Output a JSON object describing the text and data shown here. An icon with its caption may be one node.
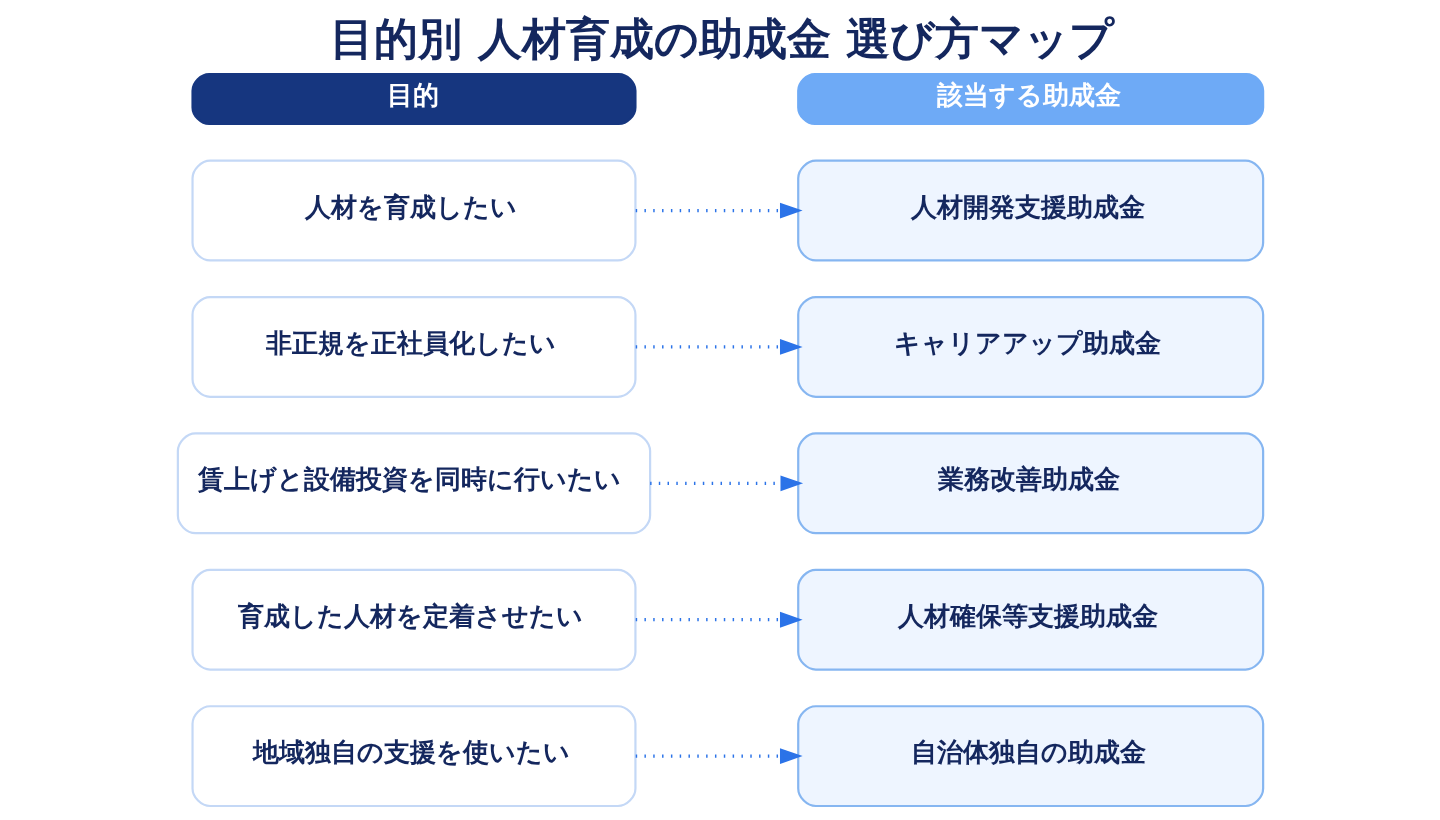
{
  "diagram": {
    "title": "目的別 人材育成の助成金 選び方マップ",
    "nodes": [
      {
        "text": [
          "目的"
        ]
      },
      {
        "text": [
          "該当する助成金"
        ]
      },
      {
        "text": [
          "人材を育成したい"
        ]
      },
      {
        "text": [
          "人材開発支援助成金"
        ]
      },
      {
        "text": [
          "非正規を正社員化したい"
        ]
      },
      {
        "text": [
          "キャリアアップ助成金"
        ]
      },
      {
        "text": [
          "賃上げと設備投資を同時に行いたい"
        ]
      },
      {
        "text": [
          "業務改善助成金"
        ]
      },
      {
        "text": [
          "育成した人材を定着させたい"
        ]
      },
      {
        "text": [
          "人材確保等支援助成金"
        ]
      },
      {
        "text": [
          "地域独自の支援を使いたい"
        ]
      },
      {
        "text": [
          "自治体独自の助成金"
        ]
      }
    ],
    "edges": [
      {
        "from": 2,
        "to": 3,
        "arrow": "to",
        "style": "dashed"
      },
      {
        "from": 4,
        "to": 5,
        "arrow": "to",
        "style": "dashed"
      },
      {
        "from": 6,
        "to": 7,
        "arrow": "to",
        "style": "dashed"
      },
      {
        "from": 8,
        "to": 9,
        "arrow": "to",
        "style": "dashed"
      },
      {
        "from": 10,
        "to": 11,
        "arrow": "to",
        "style": "dashed"
      }
    ]
  }
}
